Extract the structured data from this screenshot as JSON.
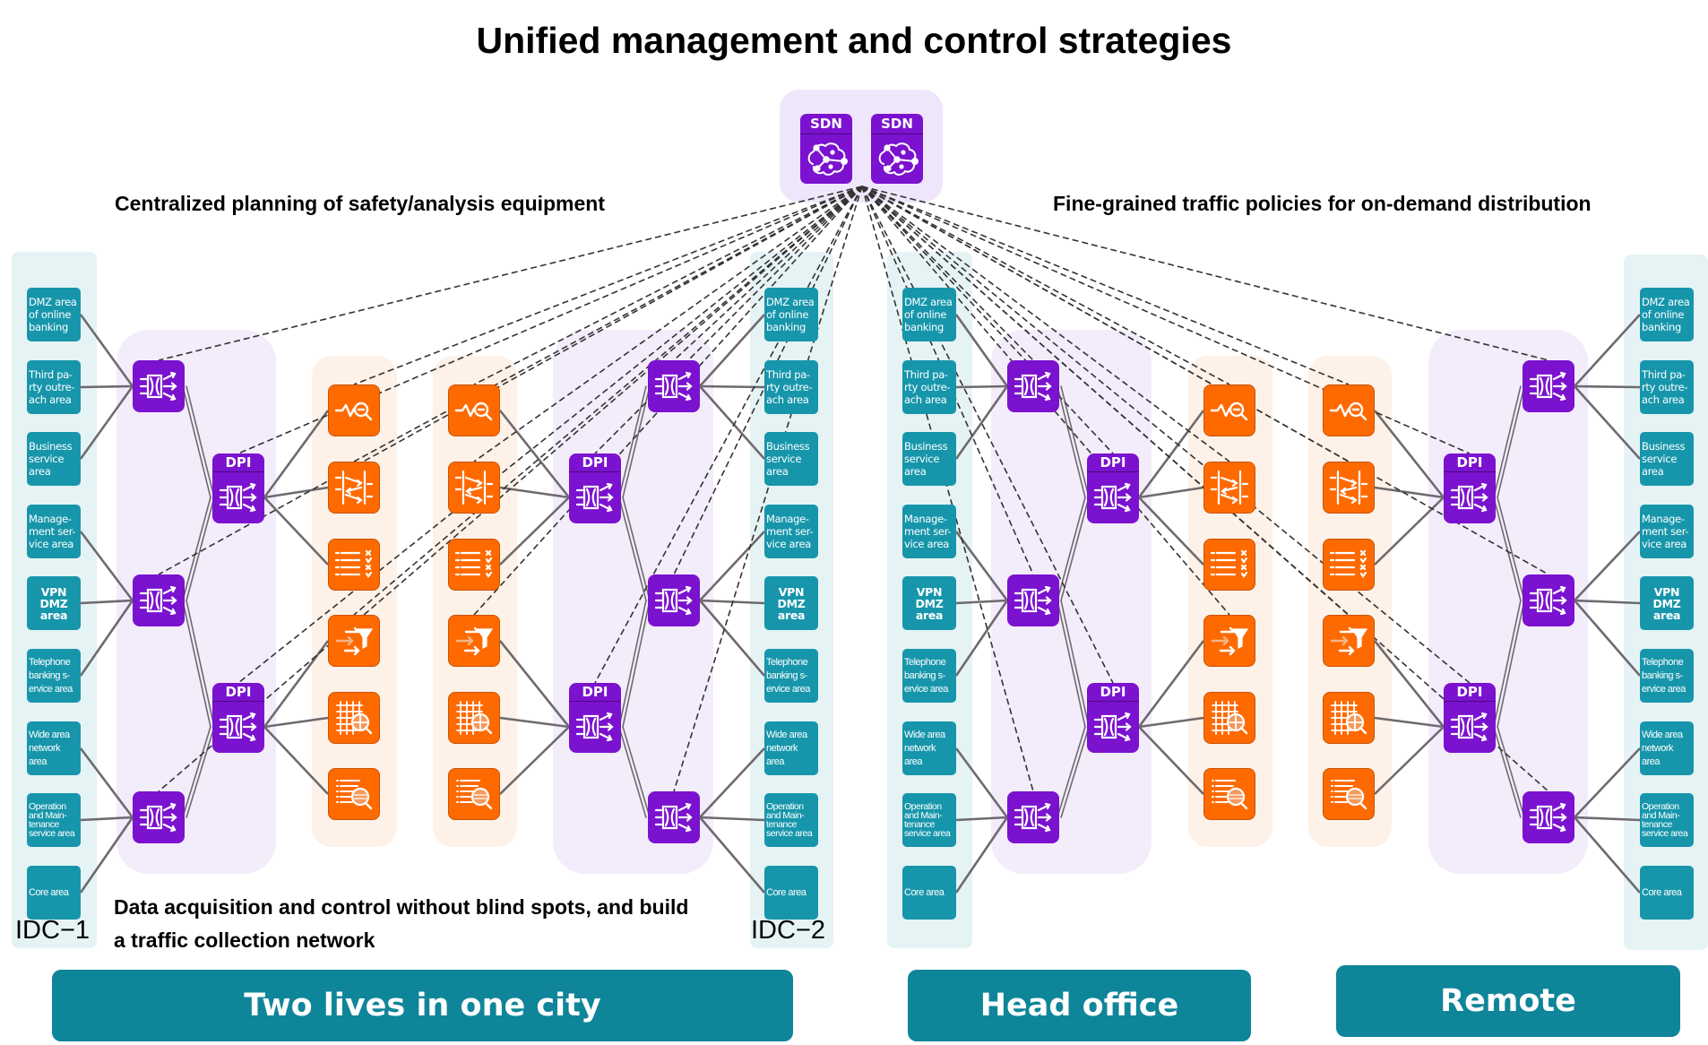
{
  "title": "Unified management and control strategies",
  "captions": {
    "left_top": "Centralized planning of safety/analysis equipment",
    "right_top": "Fine-grained traffic policies for on-demand distribution",
    "bottom_line1": "Data acquisition and control without blind spots, and build",
    "bottom_line2": "a traffic collection network"
  },
  "controller": {
    "nodes": [
      {
        "label": "SDN",
        "icon": "sdn-brain-icon"
      },
      {
        "label": "SDN",
        "icon": "sdn-brain-icon"
      }
    ]
  },
  "dpi_label": "DPI",
  "idc_labels": {
    "idc1": "IDC−1",
    "idc2": "IDC−2"
  },
  "areas": [
    {
      "label": "DMZ area of online banking",
      "style": "normal"
    },
    {
      "label": "Third pa- rty outre- ach area",
      "style": "normal"
    },
    {
      "label": "Business service area",
      "style": "normal"
    },
    {
      "label": "Manage- ment ser- vice area",
      "style": "normal"
    },
    {
      "label": "VPN DMZ area",
      "style": "bold"
    },
    {
      "label": "Telephone banking s- ervice area",
      "style": "cond"
    },
    {
      "label": "Wide area network area",
      "style": "cond"
    },
    {
      "label": "Operation and Main- tenance service area",
      "style": "tight"
    },
    {
      "label": "Core area",
      "style": "cond"
    }
  ],
  "tools": [
    {
      "icon": "traffic-analysis-icon"
    },
    {
      "icon": "load-balancer-icon"
    },
    {
      "icon": "audit-checklist-icon"
    },
    {
      "icon": "traffic-filter-icon"
    },
    {
      "icon": "grid-inspection-icon"
    },
    {
      "icon": "log-search-icon"
    }
  ],
  "banners": {
    "left": "Two lives in one city",
    "middle": "Head office",
    "right": "Remote"
  },
  "colors": {
    "teal": "#1796ab",
    "purple": "#7b12cf",
    "orange": "#ff6a00",
    "banner": "#0f8599",
    "link": "#6e6a6e"
  }
}
